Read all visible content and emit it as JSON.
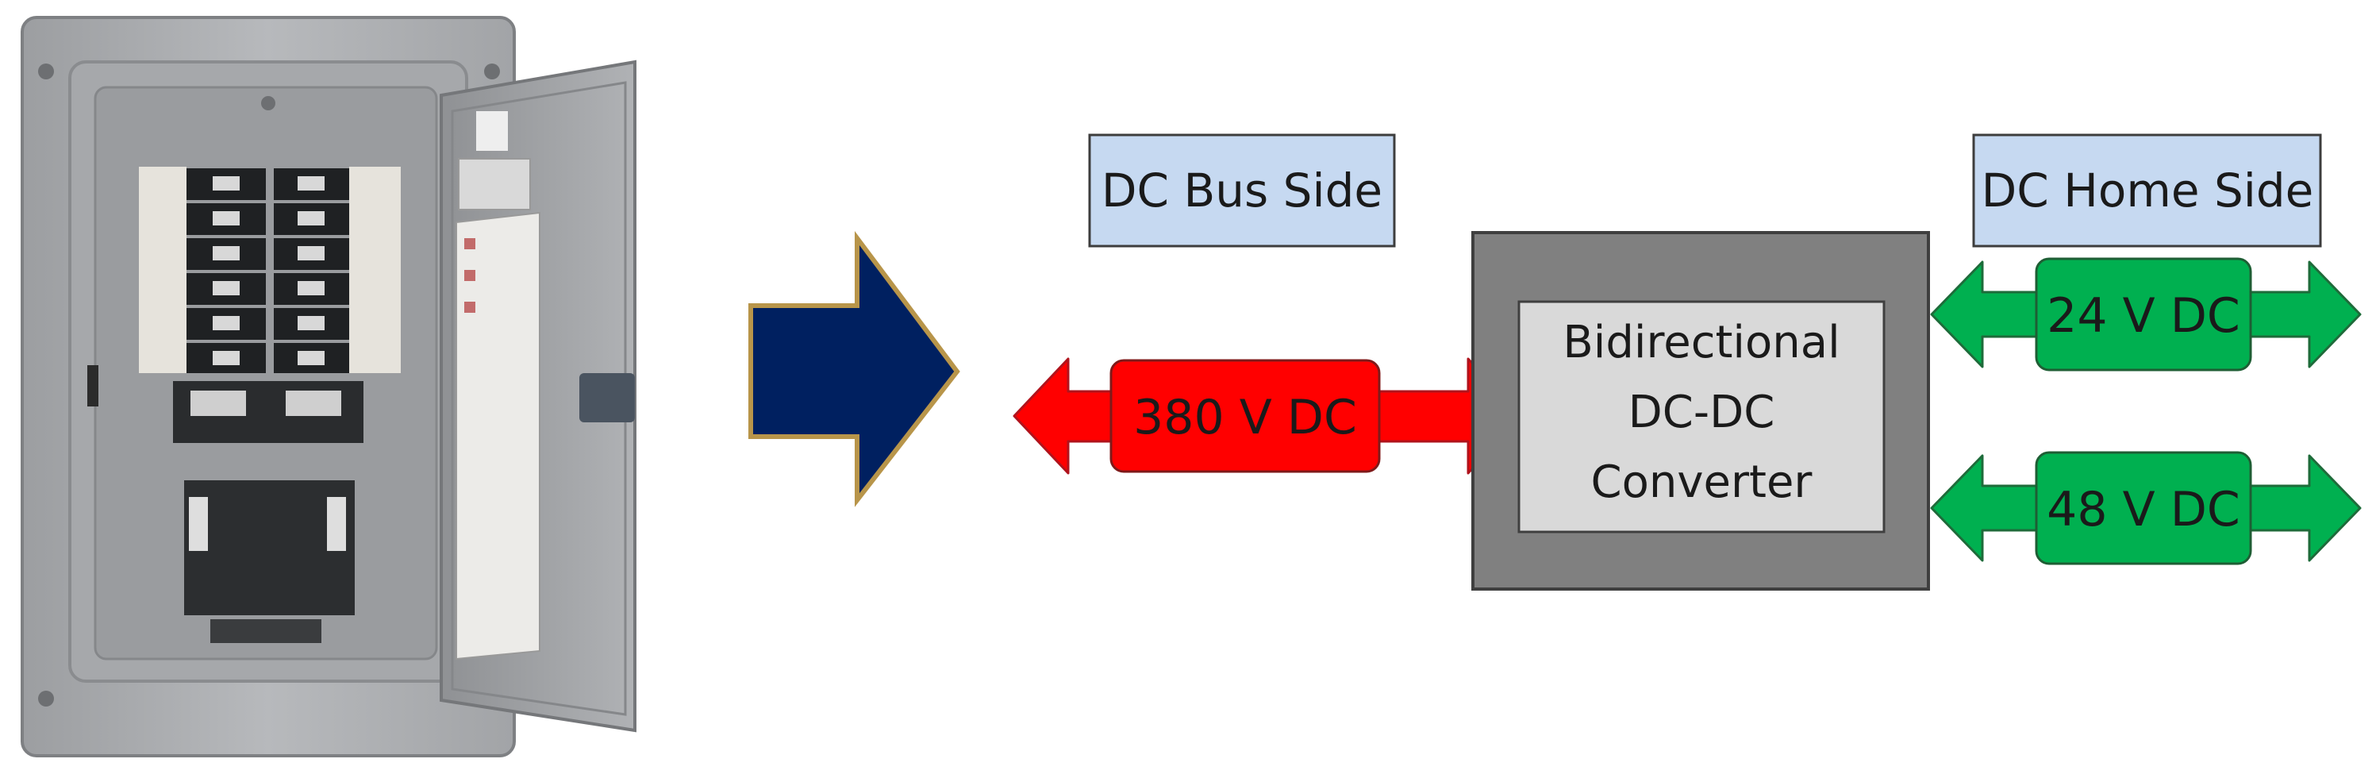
{
  "bus_side_label": "DC Bus Side",
  "home_side_label": "DC Home Side",
  "converter_label_lines": [
    "Bidirectional",
    "DC-DC",
    "Converter"
  ],
  "bus_voltage": "380 V DC",
  "home_voltages": [
    "24 V DC",
    "48 V DC"
  ],
  "colors": {
    "side_label_fill": "#c6d9f1",
    "big_arrow": "#002060",
    "big_arrow_outline": "#b8954a",
    "bus_arrow": "#ff0000",
    "home_arrow": "#00b050",
    "converter_outer": "#808080",
    "converter_inner": "#d9d9d9",
    "panel": "#a9abae"
  },
  "icons": [
    "electrical-panel-image",
    "right-arrow-icon",
    "double-arrow-icon"
  ]
}
